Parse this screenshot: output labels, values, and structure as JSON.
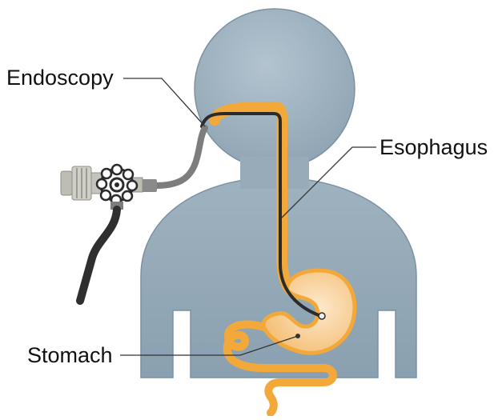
{
  "labels": {
    "endoscopy": "Endoscopy",
    "esophagus": "Esophagus",
    "stomach": "Stomach"
  },
  "colors": {
    "body": "#96aab8",
    "body_outline": "#7c92a2",
    "organ": "#f3a93a",
    "stomach_fill": "#f7d6a8",
    "scope": "#2b2b2b",
    "scope_grey": "#7d7d7d",
    "leader": "#333333"
  }
}
